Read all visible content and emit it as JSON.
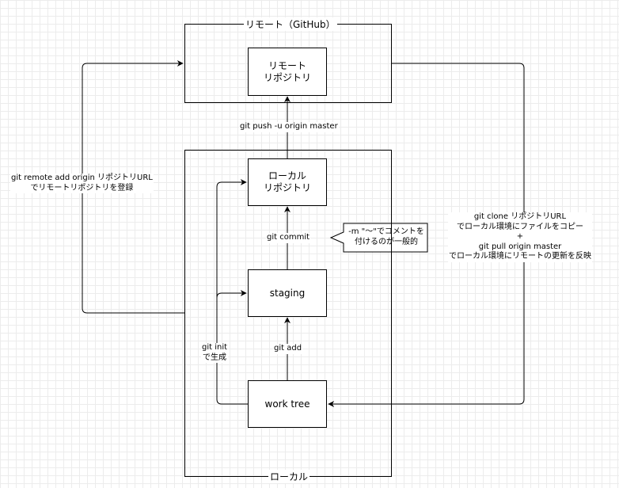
{
  "containers": {
    "remote_title": "リモート（GitHub）",
    "local_title": "ローカル"
  },
  "nodes": {
    "remote_repo": "リモート\nリポジトリ",
    "local_repo": "ローカル\nリポジトリ",
    "staging": "staging",
    "work_tree": "work tree"
  },
  "edges": {
    "push": "git push -u origin master",
    "commit": "git commit",
    "add": "git add",
    "init": "git init\nで生成",
    "remote_add": "git remote add origin リポジトリURL\nでリモートリポジトリを登録",
    "clone_pull": "git clone リポジトリURL\nでローカル環境にファイルをコピー\n+\ngit pull origin master\nでローカル環境にリモートの更新を反映"
  },
  "callout": {
    "commit_note": "-m \"～\"でコメントを\n付けるのが一般的"
  }
}
